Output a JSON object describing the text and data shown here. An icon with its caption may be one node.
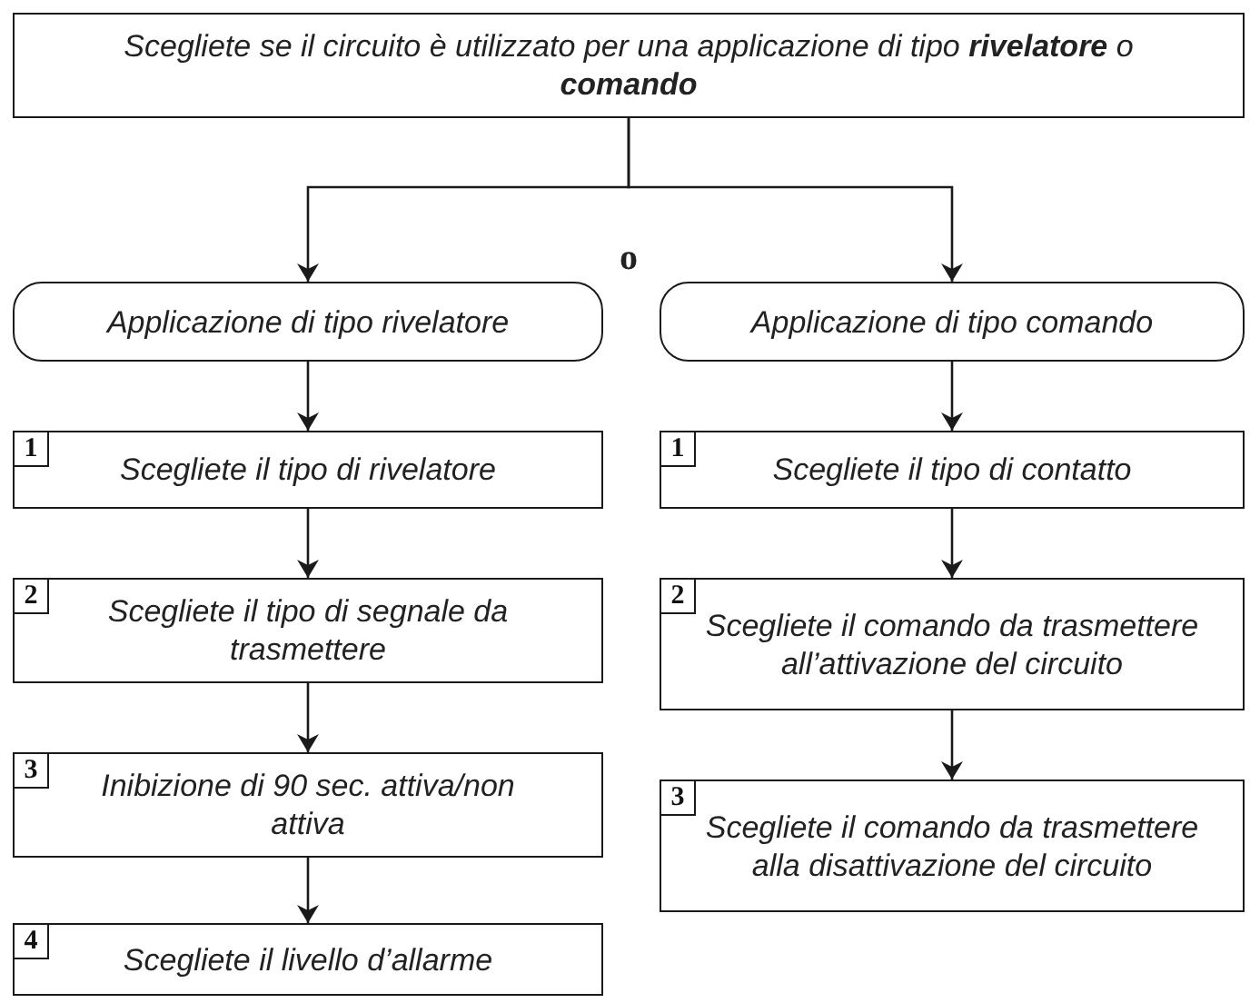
{
  "diagram": {
    "nodes": [
      {
        "text": [
          "Scegliete se il circuito è utilizzato per una applicazione di tipo **rivelatore** o **comando**"
        ]
      },
      {
        "text": [
          "Applicazione di tipo rivelatore"
        ]
      },
      {
        "text": [
          "Applicazione di tipo comando"
        ]
      },
      {
        "text": [
          "1",
          "Scegliete il tipo di rivelatore"
        ]
      },
      {
        "text": [
          "2",
          "Scegliete il tipo di segnale da trasmettere"
        ]
      },
      {
        "text": [
          "3",
          "Inibizione di 90 sec. attiva/non attiva"
        ]
      },
      {
        "text": [
          "4",
          "Scegliete il livello d’allarme"
        ]
      },
      {
        "text": [
          "1",
          "Scegliete il tipo di contatto"
        ]
      },
      {
        "text": [
          "2",
          "Scegliete il comando da trasmettere all’attivazione del circuito"
        ]
      },
      {
        "text": [
          "3",
          "Scegliete il comando da trasmettere alla disattivazione del circuito"
        ]
      }
    ],
    "edges": [
      {
        "from": 0,
        "to": 1,
        "arrow": "to"
      },
      {
        "from": 0,
        "to": 2,
        "arrow": "to"
      },
      {
        "from": 1,
        "to": 3,
        "arrow": "to"
      },
      {
        "from": 3,
        "to": 4,
        "arrow": "to"
      },
      {
        "from": 4,
        "to": 5,
        "arrow": "to"
      },
      {
        "from": 5,
        "to": 6,
        "arrow": "to"
      },
      {
        "from": 2,
        "to": 7,
        "arrow": "to"
      },
      {
        "from": 7,
        "to": 8,
        "arrow": "to"
      },
      {
        "from": 8,
        "to": 9,
        "arrow": "to"
      }
    ],
    "labels": [
      "o"
    ]
  }
}
